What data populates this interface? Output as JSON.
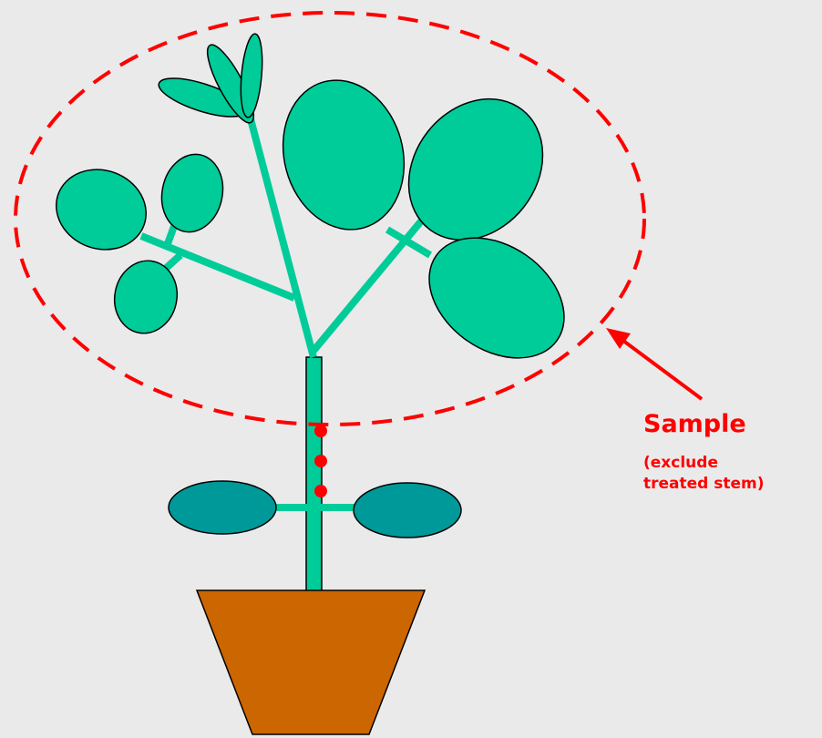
{
  "annotation": {
    "title": "Sample",
    "note": "(exclude\ntreated stem)"
  },
  "colors": {
    "background": "#EAEAEA",
    "leaf_upper": "#00CC99",
    "stem": "#00CC99",
    "leaf_lower": "#009999",
    "pot": "#CC6600",
    "annotation_red": "#FF0000",
    "treatment_dot": "#FF0000",
    "outline": "#000000"
  },
  "treatment_points": 3
}
